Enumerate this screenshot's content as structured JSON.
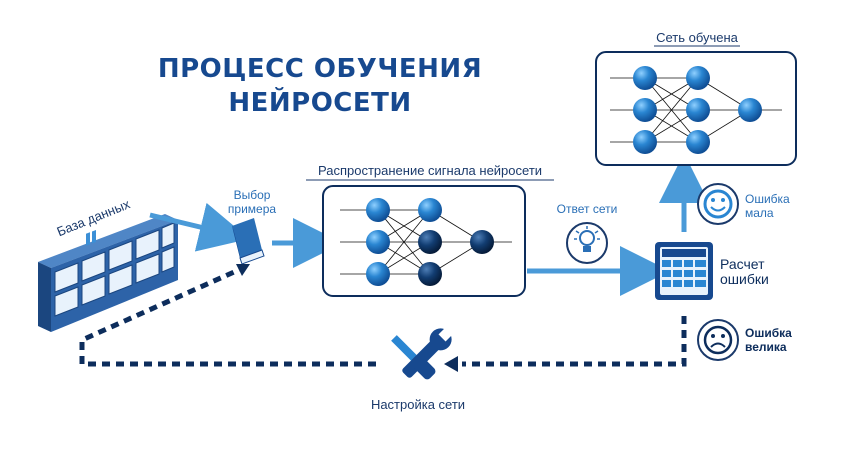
{
  "title": {
    "line1": "ПРОЦЕСС ОБУЧЕНИЯ",
    "line2": "НЕЙРОСЕТИ"
  },
  "labels": {
    "database": "База данных",
    "select_example_1": "Выбор",
    "select_example_2": "примера",
    "signal_propagation": "Распространение сигнала нейросети",
    "network_answer": "Ответ сети",
    "network_trained": "Сеть обучена",
    "error_small_1": "Ошибка",
    "error_small_2": "мала",
    "error_calc_1": "Расчет",
    "error_calc_2": "ошибки",
    "error_large_1": "Ошибка",
    "error_large_2": "велика",
    "network_tuning": "Настройка сети"
  },
  "icons": [
    "bookshelf-icon",
    "book-icon",
    "neural-network-icon",
    "lightbulb-icon",
    "calculator-icon",
    "happy-face-icon",
    "sad-face-icon",
    "wrench-screwdriver-icon"
  ],
  "colors": {
    "primary": "#17498f",
    "accent": "#3b8fd6",
    "dark": "#0d2d5c",
    "arrow": "#4a9ad8"
  }
}
